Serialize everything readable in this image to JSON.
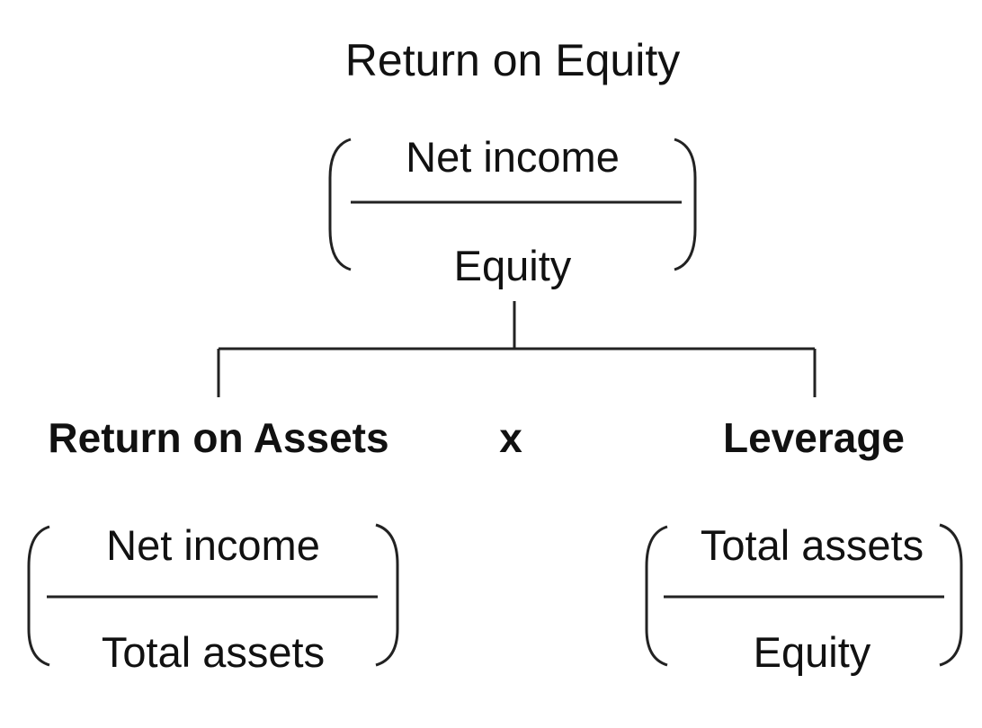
{
  "title": "Return on Equity",
  "top_fraction": {
    "numerator": "Net income",
    "denominator": "Equity"
  },
  "left": {
    "label": "Return on Assets",
    "fraction": {
      "numerator": "Net income",
      "denominator": "Total assets"
    }
  },
  "operator": "x",
  "right": {
    "label": "Leverage",
    "fraction": {
      "numerator": "Total assets",
      "denominator": "Equity"
    }
  }
}
